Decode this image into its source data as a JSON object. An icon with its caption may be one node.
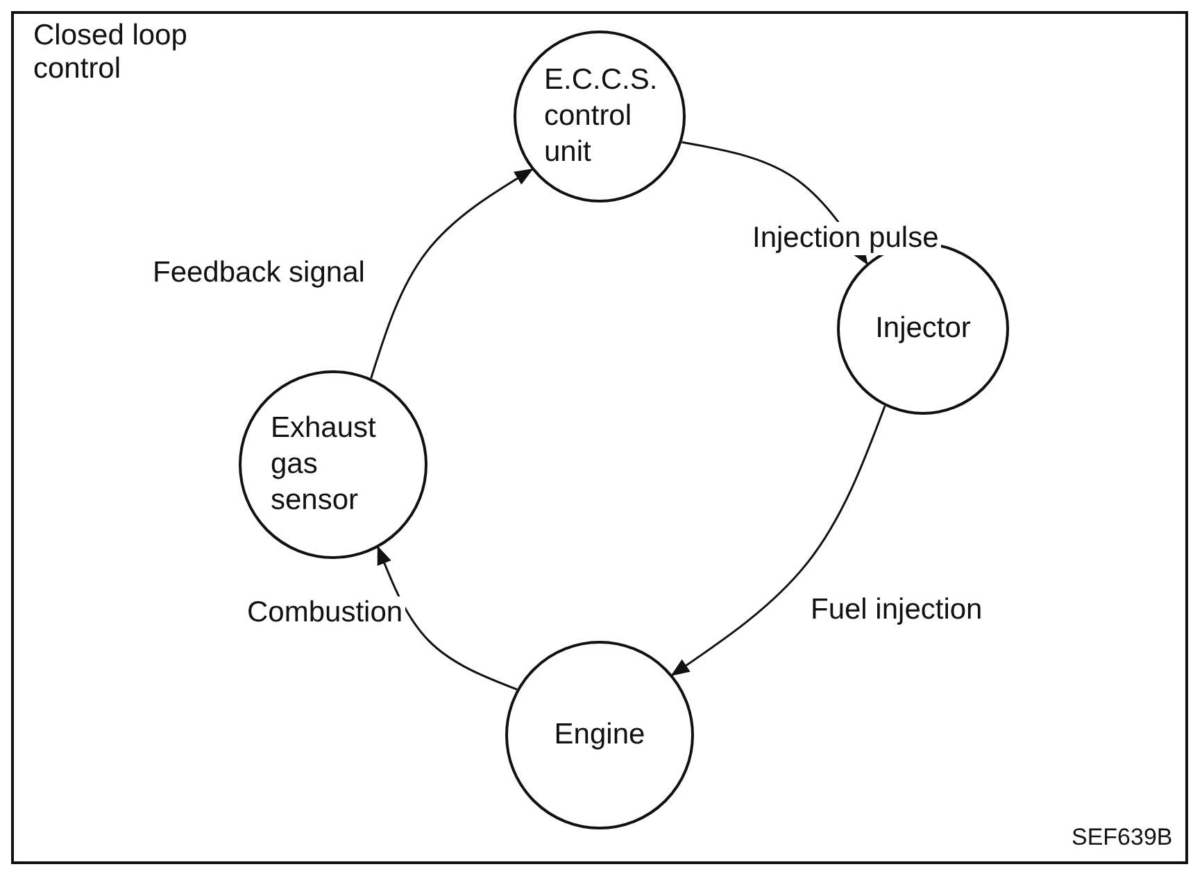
{
  "diagram": {
    "nodes": [
      {
        "text": [
          "E.C.C.S. control unit"
        ]
      },
      {
        "text": [
          "Injector"
        ]
      },
      {
        "text": [
          "Engine"
        ]
      },
      {
        "text": [
          "Exhaust gas sensor"
        ]
      }
    ],
    "edges": [
      {
        "from": 0,
        "to": 1,
        "arrow": "to",
        "label": "Injection pulse"
      },
      {
        "from": 1,
        "to": 2,
        "arrow": "to",
        "label": "Fuel injection"
      },
      {
        "from": 2,
        "to": 3,
        "arrow": "to",
        "label": "Combustion"
      },
      {
        "from": 3,
        "to": 0,
        "arrow": "to",
        "label": "Feedback signal"
      }
    ],
    "labels": [
      "Closed loop control",
      "SEF639B"
    ]
  }
}
